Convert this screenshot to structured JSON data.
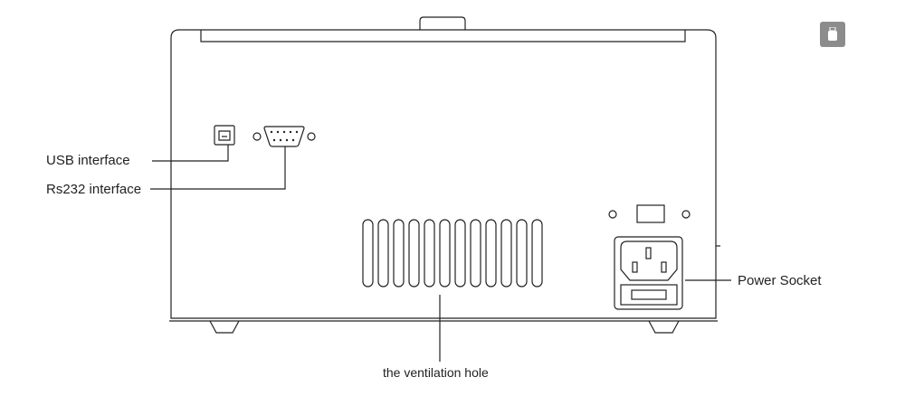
{
  "labels": {
    "usb": "USB interface",
    "rs232": "Rs232 interface",
    "power": "Power Socket",
    "vent": "the ventilation hole"
  },
  "icons": {
    "corner_badge": "usb-stick-icon"
  },
  "colors": {
    "line": "#222222",
    "badge_bg": "#8c8c8c",
    "badge_fg": "#ffffff"
  }
}
